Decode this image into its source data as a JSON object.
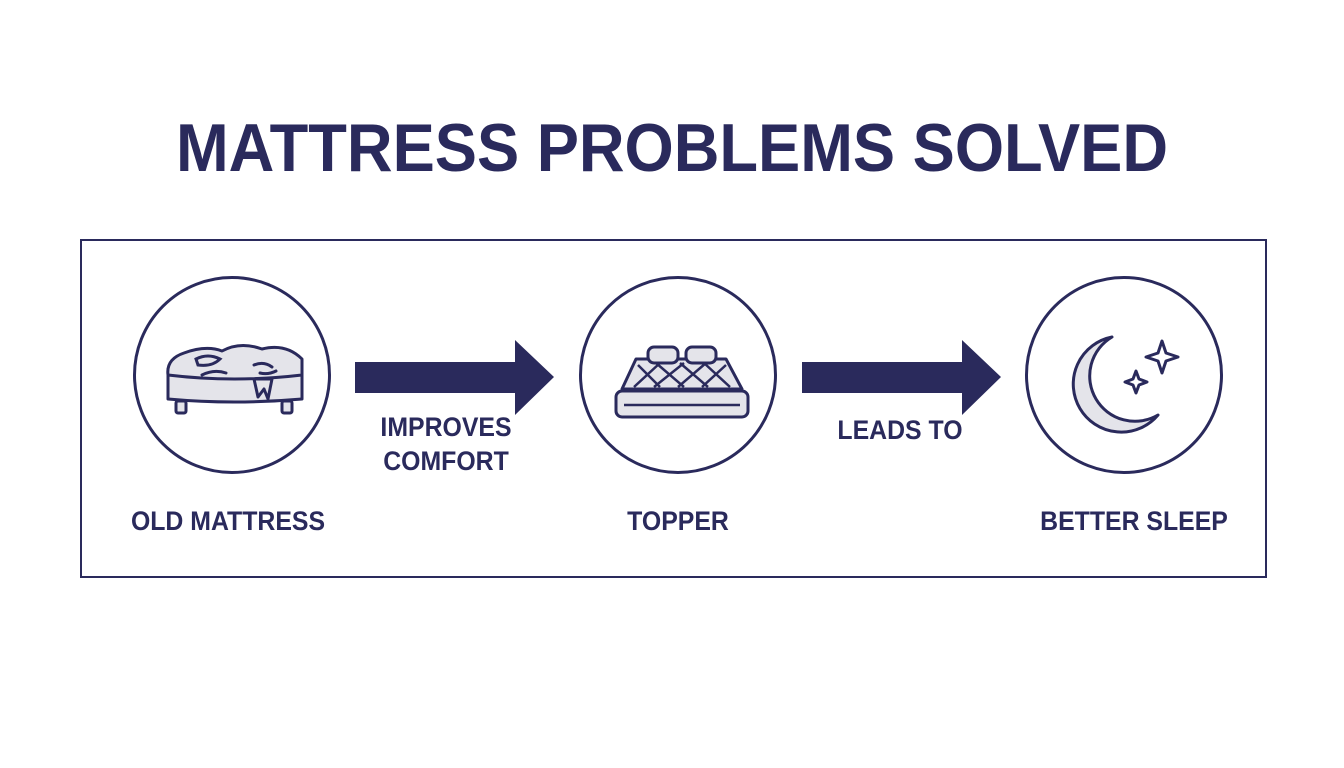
{
  "colors": {
    "ink": "#2a2a5c",
    "icon_fill": "#e4e4ea",
    "background": "#ffffff"
  },
  "title": "MATTRESS PROBLEMS SOLVED",
  "nodes": [
    {
      "label": "OLD MATTRESS",
      "icon": "worn-mattress-icon"
    },
    {
      "label": "TOPPER",
      "icon": "mattress-topper-icon"
    },
    {
      "label": "BETTER SLEEP",
      "icon": "moon-stars-icon"
    }
  ],
  "edges": [
    {
      "label_line1": "IMPROVES",
      "label_line2": "COMFORT"
    },
    {
      "label_line1": "LEADS TO",
      "label_line2": ""
    }
  ]
}
